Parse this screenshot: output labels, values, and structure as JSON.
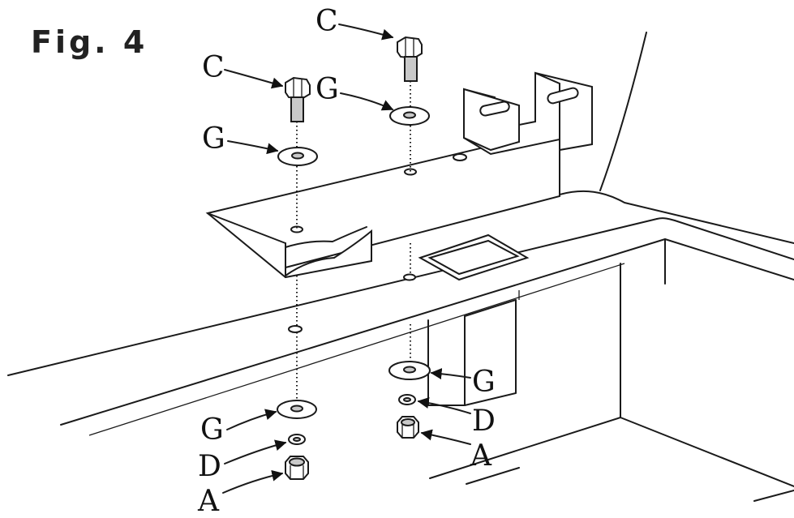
{
  "figure": {
    "title": "Fig. 4"
  },
  "callouts": {
    "c_top": "C",
    "c_left": "C",
    "g_top_right": "G",
    "g_top_left": "G",
    "g_bottom_right": "G",
    "g_bottom_left": "G",
    "d_right": "D",
    "d_left": "D",
    "a_right": "A",
    "a_left": "A"
  }
}
